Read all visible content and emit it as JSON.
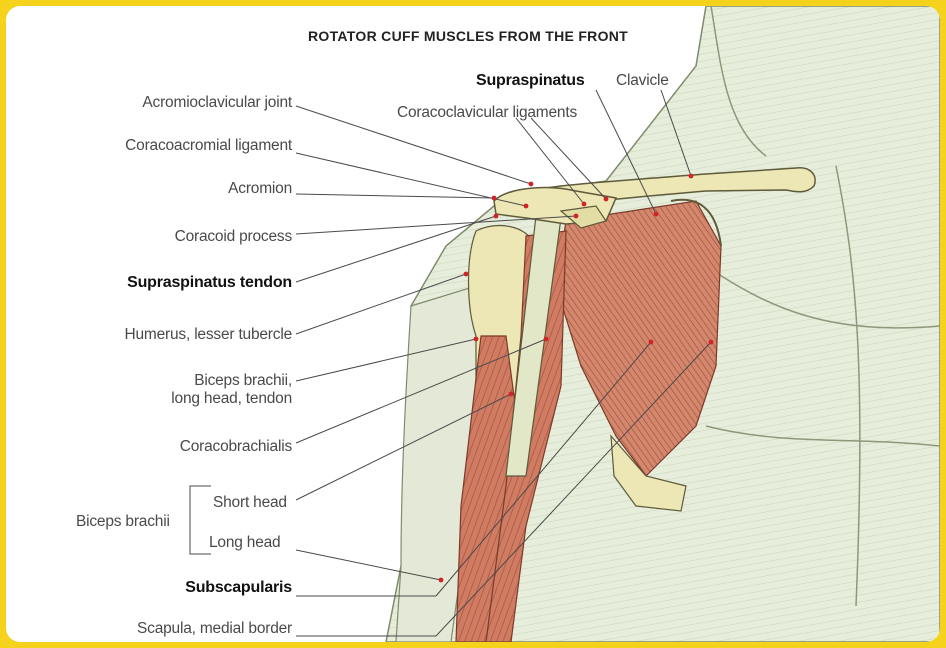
{
  "title": "ROTATOR CUFF MUSCLES FROM THE FRONT",
  "labels": {
    "supraspinatus": "Supraspinatus",
    "clavicle": "Clavicle",
    "acromioclavicular_joint": "Acromioclavicular joint",
    "coracoclavicular_ligaments": "Coracoclavicular ligaments",
    "coracoacromial_ligament": "Coracoacromial ligament",
    "acromion": "Acromion",
    "coracoid_process": "Coracoid process",
    "supraspinatus_tendon": "Supraspinatus tendon",
    "humerus_lesser_tubercle": "Humerus, lesser tubercle",
    "biceps_long_head_tendon_line1": "Biceps brachii,",
    "biceps_long_head_tendon_line2": "long head, tendon",
    "coracobrachialis": "Coracobrachialis",
    "biceps_brachii": "Biceps brachii",
    "short_head": "Short head",
    "long_head": "Long head",
    "subscapularis": "Subscapularis",
    "scapula_medial_border": "Scapula, medial border"
  },
  "colors": {
    "frame": "#f5d21c",
    "muscle": "#c9715a",
    "bone": "#ece7b5",
    "skin": "#e6ecda",
    "leader": "#4a4a4a",
    "marker": "#d2232a"
  }
}
